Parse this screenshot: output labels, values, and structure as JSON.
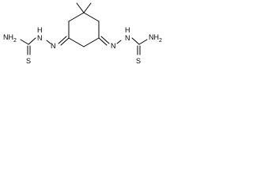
{
  "molecule": {
    "stroke_color": "#000000",
    "background_color": "#ffffff",
    "atoms": {
      "left_amine": "NH",
      "left_amine_subscript": "2",
      "left_thione": "S",
      "left_hydrazine_nh": "N",
      "left_hydrazine_h": "H",
      "left_imine_n": "N",
      "right_imine_n": "N",
      "right_hydrazine_nh": "N",
      "right_hydrazine_h": "H",
      "right_amine": "NH",
      "right_amine_subscript": "2",
      "right_thione": "S"
    }
  }
}
